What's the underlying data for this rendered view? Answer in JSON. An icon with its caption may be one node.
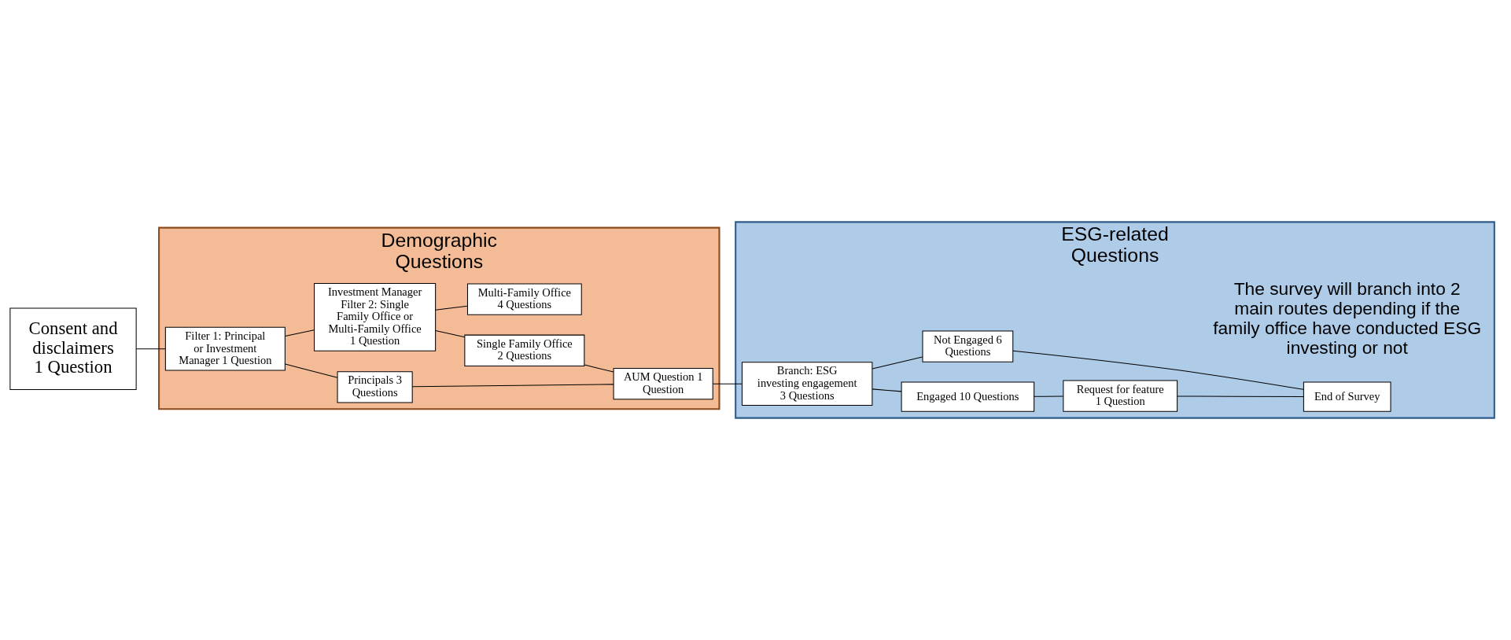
{
  "diagram": {
    "nodes": [
      {
        "text": [
          "Demographic Questions"
        ]
      },
      {
        "text": [
          "ESG-related Questions"
        ]
      },
      {
        "text": [
          "Consent and disclaimers 1 Question"
        ]
      },
      {
        "text": [
          "Filter 1: Principal or Investment Manager 1 Question"
        ],
        "in": 0
      },
      {
        "text": [
          "Principals 3 Questions"
        ],
        "in": 0
      },
      {
        "text": [
          "Investment Manager",
          "Filter 2: Single Family Office or Multi-Family Office 1 Question"
        ],
        "in": 0
      },
      {
        "text": [
          "Single Family Office 2 Questions"
        ],
        "in": 0
      },
      {
        "text": [
          "Multi-Family Office 4 Questions"
        ],
        "in": 0
      },
      {
        "text": [
          "AUM Question 1 Question"
        ],
        "in": 0
      },
      {
        "text": [
          "Branch: ESG investing engagement 3 Questions"
        ],
        "in": 1
      },
      {
        "text": [
          "Engaged 10 Questions"
        ],
        "in": 1
      },
      {
        "text": [
          "Request for feature 1 Question"
        ],
        "in": 1
      },
      {
        "text": [
          "Not Engaged 6 Questions"
        ],
        "in": 1
      },
      {
        "text": [
          "End of Survey"
        ],
        "in": 1
      }
    ],
    "edges": [
      {
        "from": 2,
        "to": 3,
        "arrow": "none"
      },
      {
        "from": 3,
        "to": 4,
        "arrow": "none"
      },
      {
        "from": 3,
        "to": 5,
        "arrow": "none"
      },
      {
        "from": 4,
        "to": 8,
        "arrow": "none"
      },
      {
        "from": 5,
        "to": 6,
        "arrow": "none"
      },
      {
        "from": 5,
        "to": 7,
        "arrow": "none"
      },
      {
        "from": 6,
        "to": 8,
        "arrow": "none"
      },
      {
        "from": 8,
        "to": 9,
        "arrow": "none"
      },
      {
        "from": 9,
        "to": 10,
        "arrow": "none"
      },
      {
        "from": 9,
        "to": 12,
        "arrow": "none"
      },
      {
        "from": 10,
        "to": 11,
        "arrow": "none"
      },
      {
        "from": 11,
        "to": 13,
        "arrow": "none"
      },
      {
        "from": 12,
        "to": 13,
        "arrow": "none"
      }
    ],
    "labels": [
      "The survey will branch into 2 main routes depending if the family office have conducted ESG investing or not"
    ]
  }
}
